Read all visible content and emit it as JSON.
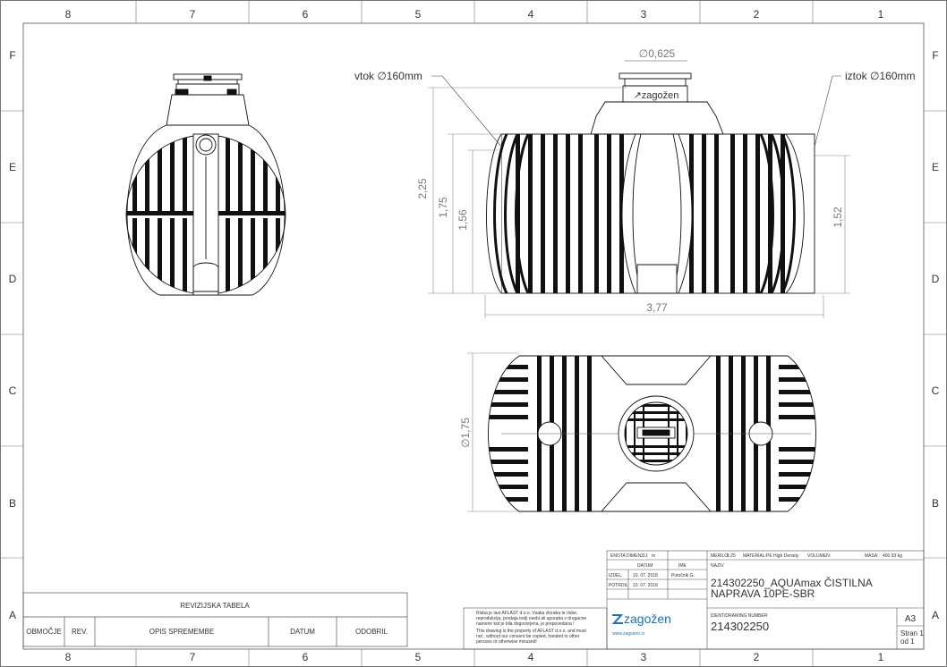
{
  "frame": {
    "columns": [
      "8",
      "7",
      "6",
      "5",
      "4",
      "3",
      "2",
      "1"
    ],
    "rows": [
      "F",
      "E",
      "D",
      "C",
      "B",
      "A"
    ]
  },
  "callouts": {
    "inlet": "vtok ∅160mm",
    "outlet": "iztok ∅160mm",
    "manhole_dia": "∅0,625",
    "brand_on_tank": "↗zagožen"
  },
  "dimensions": {
    "overall_height": "2,25",
    "body_height": "1,75",
    "inlet_height": "1,56",
    "outlet_height": "1,52",
    "overall_length": "3,77",
    "top_diameter": "∅1,75"
  },
  "revision_table": {
    "title": "REVIZIJSKA TABELA",
    "headers": [
      "OBMOČJE",
      "REV.",
      "OPIS SPREMEMBE",
      "DATUM",
      "ODOBRIL"
    ]
  },
  "title_block": {
    "unit_label": "ENOTA DIMENZIJ:",
    "unit_value": "m",
    "scale_label": "MERILO:",
    "scale_value": "1:25",
    "material_label": "MATERIAL:",
    "material_value": "PE High Density",
    "volume_label": "VOLUMEN:",
    "mass_label": "MASA:",
    "mass_value": "400.93 kg",
    "date_header": "DATUM",
    "name_header": "IME",
    "drawn_label": "IZDEL.",
    "drawn_date": "10. 07. 2018",
    "drawn_name": "Potočnik G.",
    "approved_label": "POTRDIL",
    "approved_date": "10. 07. 2018",
    "title_label": "NAZIV",
    "title_line1": "214302250_AQUAmax ČISTILNA",
    "title_line2": "NAPRAVA 10PE-SBR",
    "notice_lines": [
      "Risba je last AFLAST d.o.o. Vsaka zloraba te risbe,",
      "reprodukcija, prodaja tretji osebi ali uporaba v drugacne",
      "namene kot je bila dogovorjena, je prepovedana !",
      "This drawing is the property of AFLAST d.o.o. and must",
      "not , without our consent be copied, handed to other",
      "persons or otherwise misused!"
    ],
    "logo_text": "zagožen",
    "website": "www.zagozen.si",
    "drawing_number_label": "IDENT/DRAWING NUMBER",
    "drawing_number": "214302250",
    "sheet_size": "A3",
    "sheet_line1": "Stran 1",
    "sheet_line2": "od 1"
  }
}
